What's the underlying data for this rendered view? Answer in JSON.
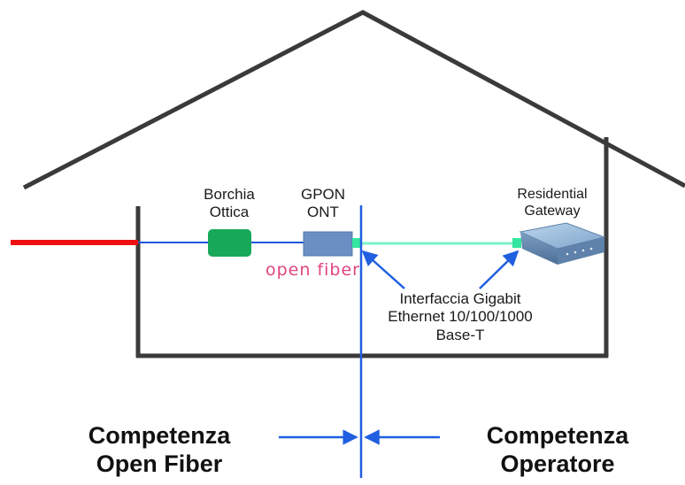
{
  "labels": {
    "borchia": [
      "Borchia",
      "Ottica"
    ],
    "ont": [
      "GPON",
      "ONT"
    ],
    "gateway": [
      "Residential",
      "Gateway"
    ],
    "interface": [
      "Interfaccia Gigabit",
      "Ethernet 10/100/1000",
      "Base-T"
    ],
    "left_competence": [
      "Competenza",
      "Open Fiber"
    ],
    "right_competence": [
      "Competenza",
      "Operatore"
    ],
    "logo": "open fiber"
  },
  "colors": {
    "house": "#3a3a3a",
    "fiber_in": "#ee1111",
    "fiber_inside": "#2255dd",
    "ethernet": "#7af0c8",
    "borchia": "#17a85a",
    "ont": "#6a8fc2",
    "port": "#33e6a0",
    "divider": "#1f5fe0",
    "logo": "#e0457f"
  },
  "icons": [
    "residential-gateway-icon"
  ]
}
